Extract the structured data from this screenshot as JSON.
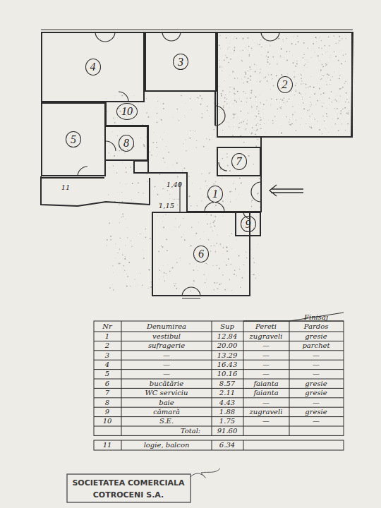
{
  "diagram": {
    "nodes": [
      {
        "text": [
          "4"
        ]
      },
      {
        "text": [
          "3"
        ]
      },
      {
        "text": [
          "2"
        ]
      },
      {
        "text": [
          "10"
        ]
      },
      {
        "text": [
          "5"
        ]
      },
      {
        "text": [
          "8"
        ]
      },
      {
        "text": [
          "7"
        ]
      },
      {
        "text": [
          "1"
        ]
      },
      {
        "text": [
          "9"
        ]
      },
      {
        "text": [
          "6"
        ]
      }
    ],
    "labels": [
      "1,40",
      "1,15",
      "11",
      "Nr",
      "Denumirea",
      "Sup",
      "Pereti",
      "Finisaj",
      "Pardos",
      "1",
      "vestibul",
      "12.84",
      "zugraveli",
      "gresie",
      "2",
      "sufragerie",
      "20.00",
      "—",
      "parchet",
      "3",
      "—",
      "13.29",
      "—",
      "—",
      "4",
      "—",
      "16.43",
      "—",
      "—",
      "5",
      "—",
      "10.16",
      "—",
      "—",
      "6",
      "bucătărie",
      "8.57",
      "faianta",
      "gresie",
      "7",
      "WC serviciu",
      "2.11",
      "faianta",
      "gresie",
      "8",
      "baie",
      "4.43",
      "—",
      "—",
      "9",
      "cămară",
      "1.88",
      "zugraveli",
      "gresie",
      "10",
      "S.E.",
      "1.75",
      "—",
      "—",
      "Total:",
      "91.60",
      "11",
      "logie, balcon",
      "6.34",
      "SOCIETATEA COMERCIALA",
      "COTROCENI S.A."
    ]
  }
}
